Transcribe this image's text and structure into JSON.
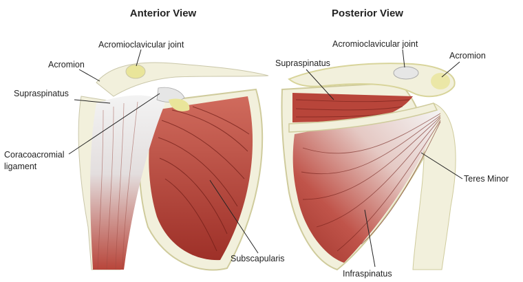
{
  "views": {
    "anterior": {
      "title": "Anterior View",
      "labels": {
        "acromioclavicular_joint": "Acromioclavicular joint",
        "acromion": "Acromion",
        "supraspinatus": "Supraspinatus",
        "coracoacromial_ligament_line1": "Coracoacromial",
        "coracoacromial_ligament_line2": "ligament",
        "subscapularis": "Subscapularis"
      }
    },
    "posterior": {
      "title": "Posterior View",
      "labels": {
        "supraspinatus": "Supraspinatus",
        "acromioclavicular_joint": "Acromioclavicular joint",
        "acromion": "Acromion",
        "teres_minor": "Teres Minor",
        "infraspinatus": "Infraspinatus"
      }
    }
  },
  "colors": {
    "muscle": "#b8453a",
    "muscle_dark": "#8e2a22",
    "bone": "#f2f0dc",
    "cartilage": "#e9e59a",
    "tendon": "#e6e6e6"
  }
}
